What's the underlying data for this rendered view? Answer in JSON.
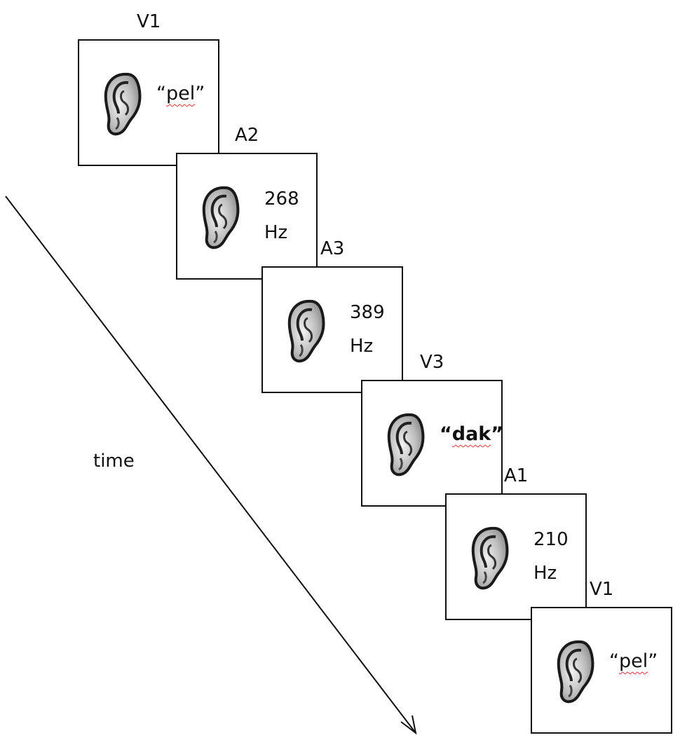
{
  "axis": {
    "label": "time"
  },
  "frames": [
    {
      "label": "V1",
      "kind": "word",
      "word": "pel",
      "bold": false,
      "icon": "ear-icon"
    },
    {
      "label": "A2",
      "kind": "tone",
      "value": "268",
      "unit": "Hz",
      "icon": "ear-icon"
    },
    {
      "label": "A3",
      "kind": "tone",
      "value": "389",
      "unit": "Hz",
      "icon": "ear-icon"
    },
    {
      "label": "V3",
      "kind": "word",
      "word": "dak",
      "bold": true,
      "icon": "ear-icon"
    },
    {
      "label": "A1",
      "kind": "tone",
      "value": "210",
      "unit": "Hz",
      "icon": "ear-icon"
    },
    {
      "label": "V1",
      "kind": "word",
      "word": "pel",
      "bold": false,
      "icon": "ear-icon"
    }
  ],
  "colors": {
    "line": "#111111",
    "spellcheck": "#d33333"
  }
}
